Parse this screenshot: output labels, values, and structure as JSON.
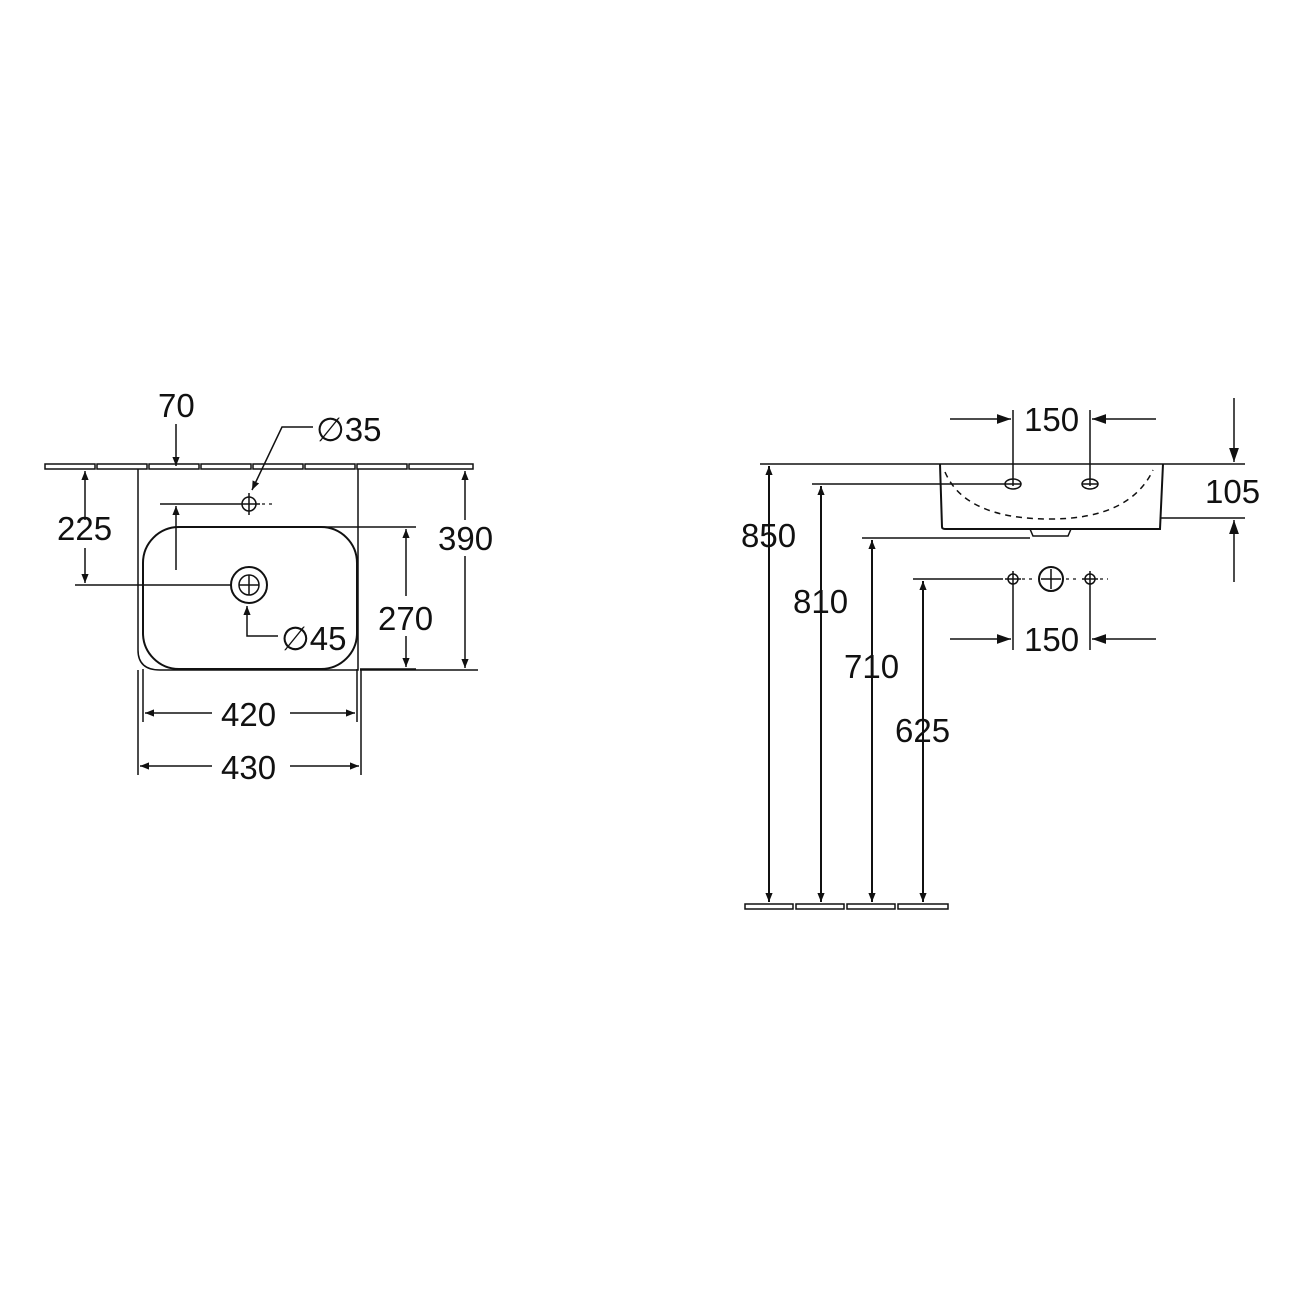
{
  "top_view": {
    "dim_tap_offset": "70",
    "dim_tap_hole": "∅35",
    "dim_wall_to_waste": "225",
    "dim_waste": "∅45",
    "dim_depth_outer": "390",
    "dim_depth_bowl": "270",
    "dim_width_inner": "420",
    "dim_width_outer": "430"
  },
  "side_view": {
    "dim_tap_spacing_top": "150",
    "dim_basin_height": "105",
    "dim_height_850": "850",
    "dim_height_810": "810",
    "dim_height_710": "710",
    "dim_height_625": "625",
    "dim_tap_spacing_bottom": "150"
  }
}
